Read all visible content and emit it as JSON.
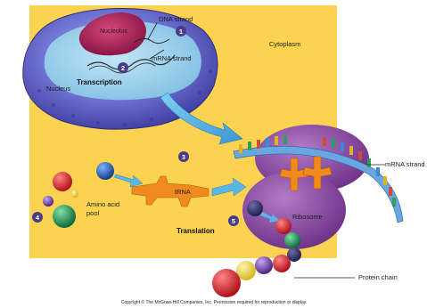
{
  "labels": {
    "nucleolus": "Nucleolus",
    "dna_strand": "DNA strand",
    "mrna_strand_nucleus": "mRNA strand",
    "nucleus": "Nucleus",
    "transcription": "Transcription",
    "cytoplasm": "Cytoplasm",
    "mrna_strand": "mRNA strand",
    "trna": "tRNA",
    "amino_acid_pool": [
      "Amino acid",
      "pool"
    ],
    "translation": "Translation",
    "ribosome": "Ribosome",
    "protein_chain": "Protein chain",
    "caption": "Copyright © The McGraw-Hill Companies, Inc. Permission required for reproduction or display."
  },
  "steps": [
    "1",
    "2",
    "3",
    "4",
    "5"
  ],
  "colors": {
    "cytoplasm": "#fbd350",
    "nucleus": "#6e70cf",
    "nucleolus": "#b2285c",
    "ribosome": "#9353a8",
    "arrow": "#58b7e6",
    "trna": "#f08a1e",
    "step_badge": "#4a3c86"
  }
}
